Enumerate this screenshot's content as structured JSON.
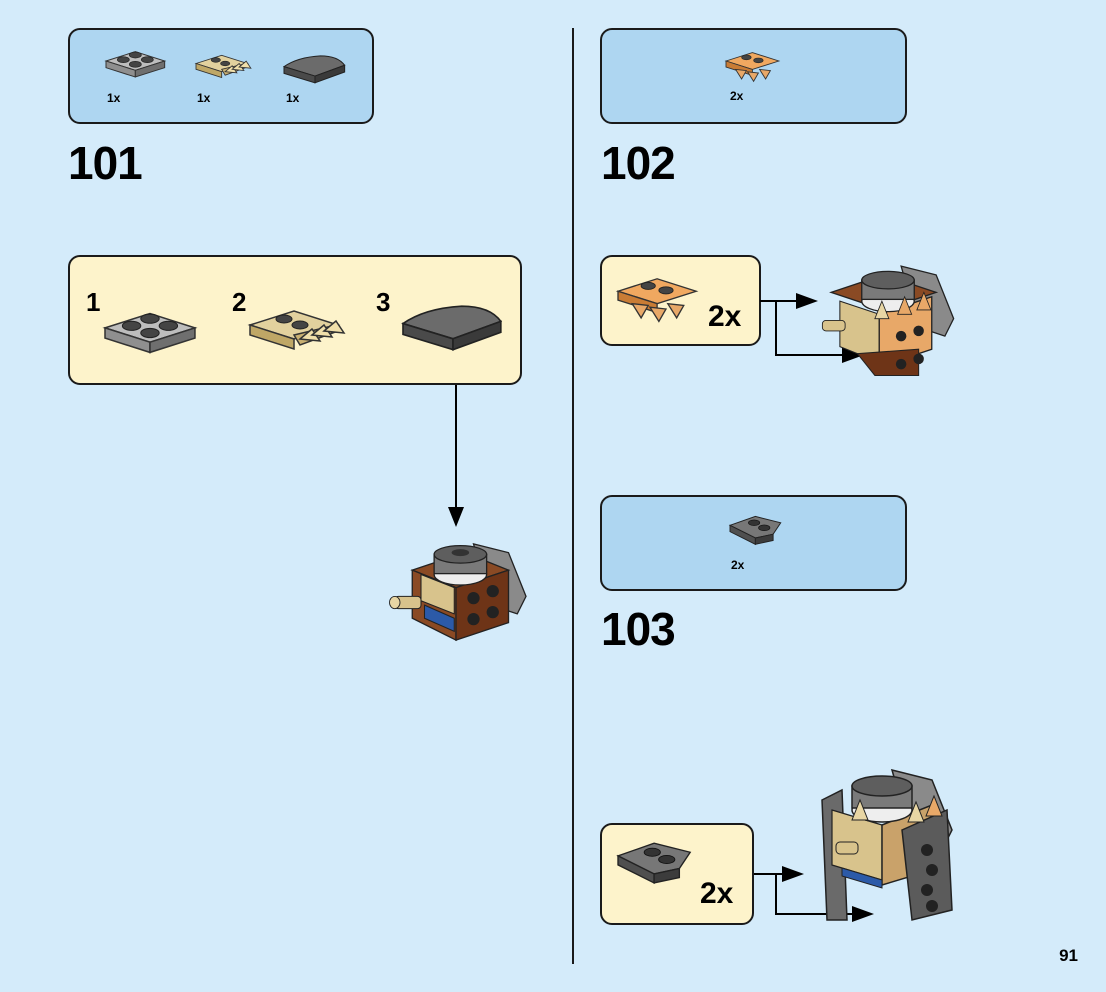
{
  "page_number": "91",
  "steps": [
    {
      "number": "101",
      "parts": [
        {
          "qty": "1x",
          "icon": "gray-2x2-plate-icon"
        },
        {
          "qty": "1x",
          "icon": "tan-spiked-plate-icon"
        },
        {
          "qty": "1x",
          "icon": "dark-gray-curved-slope-icon"
        }
      ],
      "substeps": [
        "1",
        "2",
        "3"
      ]
    },
    {
      "number": "102",
      "parts": [
        {
          "qty": "2x",
          "icon": "orange-spiked-plate-icon"
        }
      ],
      "callout_qty": "2x"
    },
    {
      "number": "103",
      "parts": [
        {
          "qty": "2x",
          "icon": "dark-gray-wedge-plate-icon"
        }
      ],
      "callout_qty": "2x"
    }
  ],
  "colors": {
    "page_bg": "#d4ebfa",
    "parts_box": "#aed6f1",
    "substep_box": "#fdf3cb",
    "brick_gray": "#a5a5a5",
    "brick_dark_gray": "#5b5b5b",
    "brick_tan": "#d8c38c",
    "brick_orange": "#e09a55",
    "brick_brown": "#7a3b1c"
  }
}
